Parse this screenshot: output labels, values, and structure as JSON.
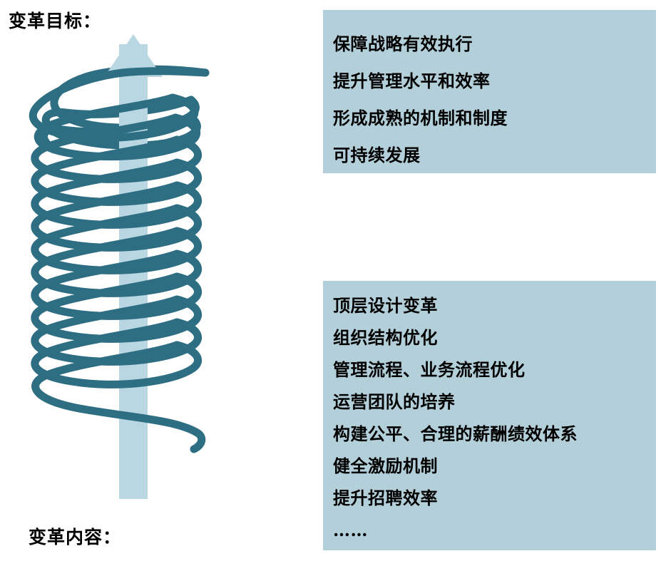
{
  "headings": {
    "goal": "变革目标：",
    "content": "变革内容："
  },
  "graphic": {
    "name": "ascending-spiral-arrow",
    "arrow_color": "#b9d7e2",
    "coil_color": "#2d6e82",
    "arrow_direction": "up",
    "coil_turns": 10
  },
  "panels": {
    "goals": {
      "background": "#b3cfd9",
      "lines": [
        "保障战略有效执行",
        "提升管理水平和效率",
        "形成成熟的机制和制度",
        "可持续发展"
      ]
    },
    "contents": {
      "background": "#b3cfd9",
      "lines": [
        "顶层设计变革",
        "组织结构优化",
        "管理流程、业务流程优化",
        "运营团队的培养",
        "构建公平、合理的薪酬绩效体系",
        "健全激励机制",
        "提升招聘效率",
        "……"
      ]
    }
  }
}
